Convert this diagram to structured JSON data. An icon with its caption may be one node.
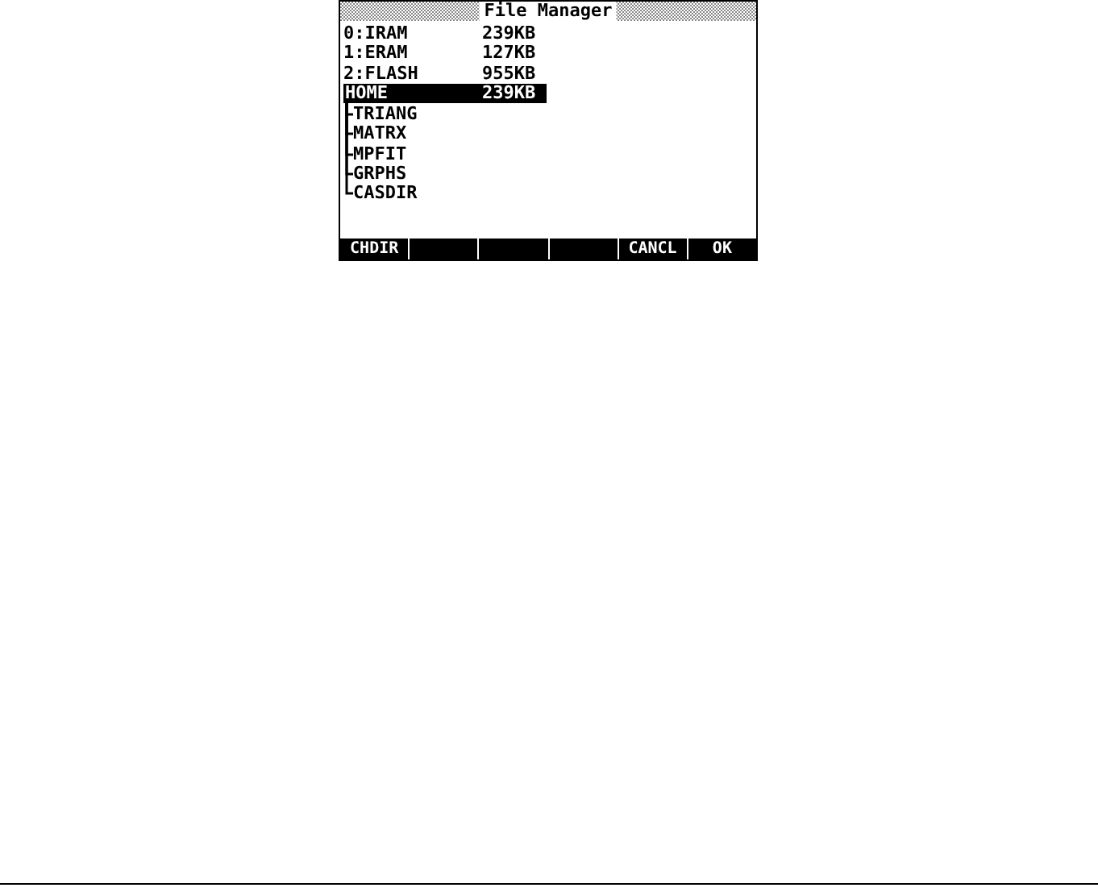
{
  "diagram": {
    "title": "File Manager",
    "nodes": [
      {
        "text": [
          "HOME",
          "239KB"
        ]
      },
      {
        "text": [
          "TRIANG"
        ]
      },
      {
        "text": [
          "MATRX"
        ]
      },
      {
        "text": [
          "MPFIT"
        ]
      },
      {
        "text": [
          "GRPHS"
        ]
      },
      {
        "text": [
          "CASDIR"
        ]
      }
    ],
    "edges": [
      {
        "from": 0,
        "to": 1,
        "arrow": "none"
      },
      {
        "from": 0,
        "to": 2,
        "arrow": "none"
      },
      {
        "from": 0,
        "to": 3,
        "arrow": "none"
      },
      {
        "from": 0,
        "to": 4,
        "arrow": "none"
      },
      {
        "from": 0,
        "to": 5,
        "arrow": "none"
      }
    ],
    "labels": [
      "0:IRAM",
      "239KB",
      "1:ERAM",
      "127KB",
      "2:FLASH",
      "955KB",
      "CHDIR",
      "CANCL",
      "OK"
    ]
  }
}
